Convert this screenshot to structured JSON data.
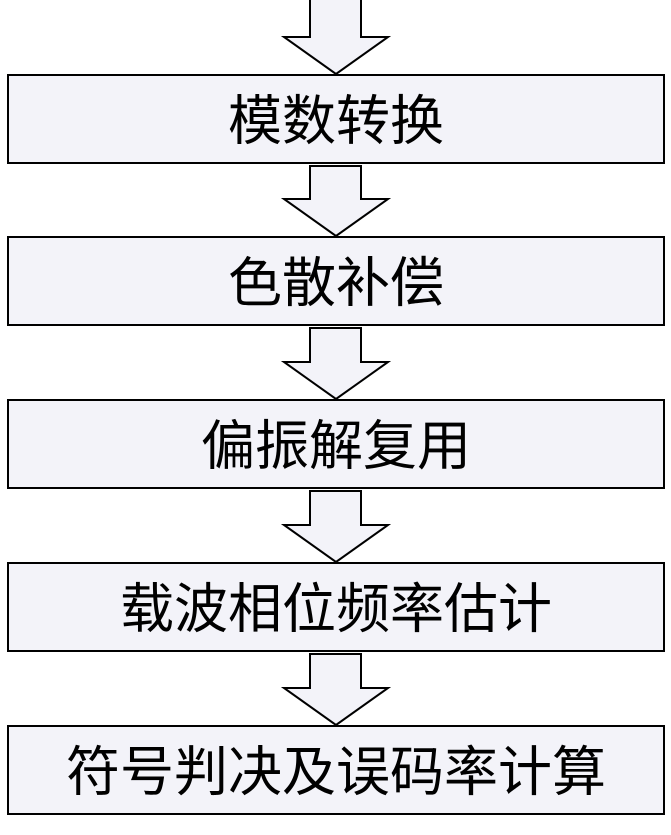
{
  "steps": [
    {
      "label": "模数转换"
    },
    {
      "label": "色散补偿"
    },
    {
      "label": "偏振解复用"
    },
    {
      "label": "载波相位频率估计"
    },
    {
      "label": "符号判决及误码率计算"
    }
  ],
  "colors": {
    "fill": "#f3f3f9",
    "stroke": "#000000"
  }
}
